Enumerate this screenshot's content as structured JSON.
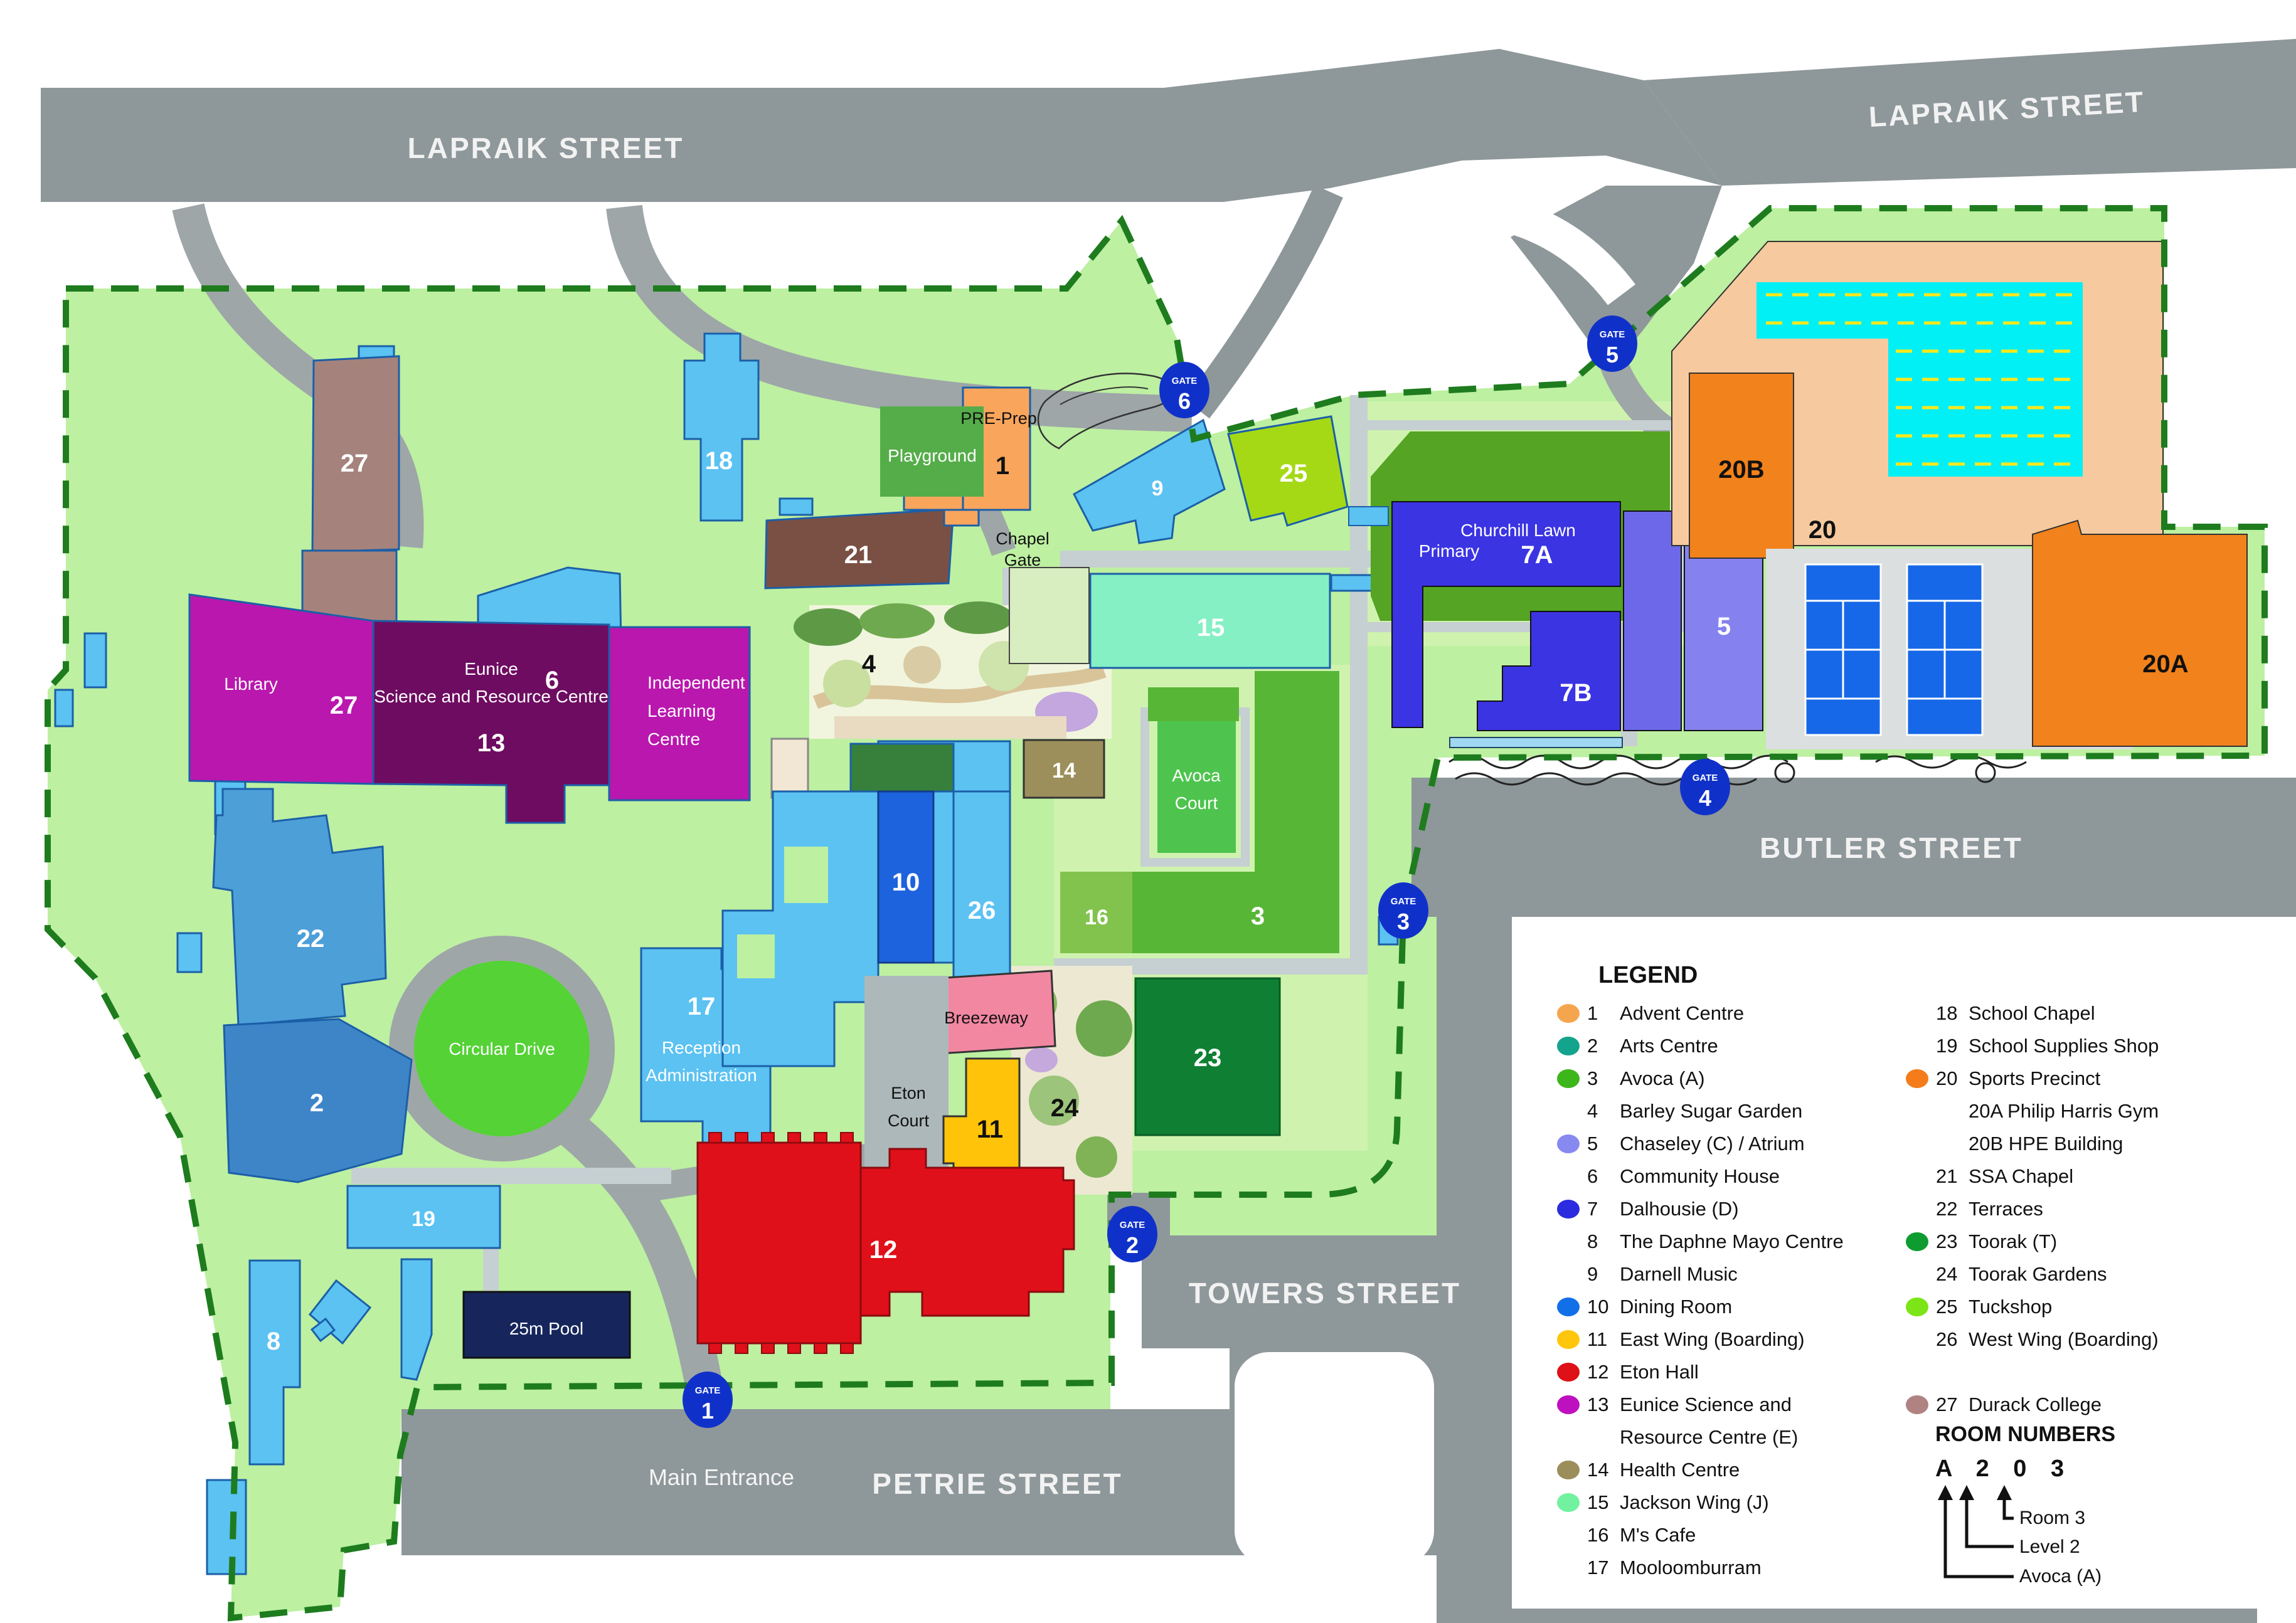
{
  "streets": {
    "lapraik_left": "LAPRAIK STREET",
    "lapraik_right": "LAPRAIK STREET",
    "butler": "BUTLER STREET",
    "towers": "TOWERS STREET",
    "petrie": "PETRIE STREET",
    "main_entrance": "Main Entrance",
    "chapel_gate_line1": "Chapel",
    "chapel_gate_line2": "Gate"
  },
  "gates": {
    "word": "GATE",
    "n1": "1",
    "n2": "2",
    "n3": "3",
    "n4": "4",
    "n5": "5",
    "n6": "6"
  },
  "m": {
    "b1name": "PRE-Prep",
    "b1": "1",
    "b2": "2",
    "b3": "3",
    "b4": "4",
    "b5": "5",
    "b6": "6",
    "primary": "Primary",
    "b7a": "7A",
    "b7b": "7B",
    "b8": "8",
    "b9": "9",
    "b10": "10",
    "b11": "11",
    "b12": "12",
    "eunice1": "Eunice",
    "eunice2": "Science and Resource Centre",
    "b13": "13",
    "b14": "14",
    "b15": "15",
    "b16": "16",
    "b17": "17",
    "b17a": "Reception",
    "b17b": "Administration",
    "b18": "18",
    "b19": "19",
    "b20": "20",
    "b20a": "20A",
    "b20b": "20B",
    "b21": "21",
    "b22": "22",
    "b23": "23",
    "b24": "24",
    "b25": "25",
    "b26": "26",
    "b27a": "27",
    "b27b": "27",
    "library": "Library",
    "ilc1": "Independent",
    "ilc2": "Learning",
    "ilc3": "Centre",
    "playground": "Playground",
    "churchill": "Churchill Lawn",
    "avoca1": "Avoca",
    "avoca2": "Court",
    "circular": "Circular Drive",
    "breezeway": "Breezeway",
    "eton1": "Eton",
    "eton2": "Court",
    "pool": "25m Pool"
  },
  "legend": {
    "title": "LEGEND",
    "left": [
      {
        "num": "1",
        "label": "Advent Centre",
        "dot": "#F6A54F"
      },
      {
        "num": "2",
        "label": "Arts Centre",
        "dot": "#14A38D"
      },
      {
        "num": "3",
        "label": "Avoca (A)",
        "dot": "#3CB61B"
      },
      {
        "num": "4",
        "label": "Barley Sugar Garden",
        "dot": ""
      },
      {
        "num": "5",
        "label": "Chaseley (C) / Atrium",
        "dot": "#8789F0"
      },
      {
        "num": "6",
        "label": "Community House",
        "dot": ""
      },
      {
        "num": "7",
        "label": "Dalhousie (D)",
        "dot": "#2B2BE0"
      },
      {
        "num": "8",
        "label": "The Daphne Mayo Centre",
        "dot": ""
      },
      {
        "num": "9",
        "label": "Darnell Music",
        "dot": ""
      },
      {
        "num": "10",
        "label": "Dining Room",
        "dot": "#1170E8"
      },
      {
        "num": "11",
        "label": "East Wing (Boarding)",
        "dot": "#FFC60B"
      },
      {
        "num": "12",
        "label": "Eton Hall",
        "dot": "#DD1116"
      },
      {
        "num": "13",
        "label": "Eunice Science and",
        "label2": "Resource Centre (E)",
        "dot": "#BF10BF"
      },
      {
        "num": "14",
        "label": "Health Centre",
        "dot": "#9B8E5A"
      },
      {
        "num": "15",
        "label": "Jackson Wing (J)",
        "dot": "#72F2A0"
      },
      {
        "num": "16",
        "label": "M's Cafe",
        "dot": ""
      },
      {
        "num": "17",
        "label": "Mooloomburram",
        "dot": ""
      }
    ],
    "right": [
      {
        "num": "18",
        "label": "School Chapel",
        "dot": ""
      },
      {
        "num": "19",
        "label": "School Supplies Shop",
        "dot": ""
      },
      {
        "num": "20",
        "label": "Sports Precinct",
        "dot": "#F47C1A"
      },
      {
        "num": "",
        "label": "20A Philip Harris Gym",
        "dot": ""
      },
      {
        "num": "",
        "label": "20B HPE Building",
        "dot": ""
      },
      {
        "num": "21",
        "label": "SSA Chapel",
        "dot": ""
      },
      {
        "num": "22",
        "label": "Terraces",
        "dot": ""
      },
      {
        "num": "23",
        "label": "Toorak (T)",
        "dot": "#0E9C31"
      },
      {
        "num": "24",
        "label": "Toorak Gardens",
        "dot": ""
      },
      {
        "num": "25",
        "label": "Tuckshop",
        "dot": "#7CE517"
      },
      {
        "num": "26",
        "label": "West Wing (Boarding)",
        "dot": ""
      },
      {
        "num": "27",
        "label": "Durack College",
        "dot": "#B08282"
      }
    ],
    "room_numbers": {
      "title": "ROOM NUMBERS",
      "code": "A 2 0 3",
      "room": "Room 3",
      "level": "Level 2",
      "building": "Avoca (A)"
    }
  },
  "colors": {
    "campus_green": "#BDF0A1",
    "street_gray": "#8E979A",
    "boundary_green": "#1E7C1E",
    "pool_cyan": "#00F0F5",
    "gate_blue": "#1031C9"
  }
}
